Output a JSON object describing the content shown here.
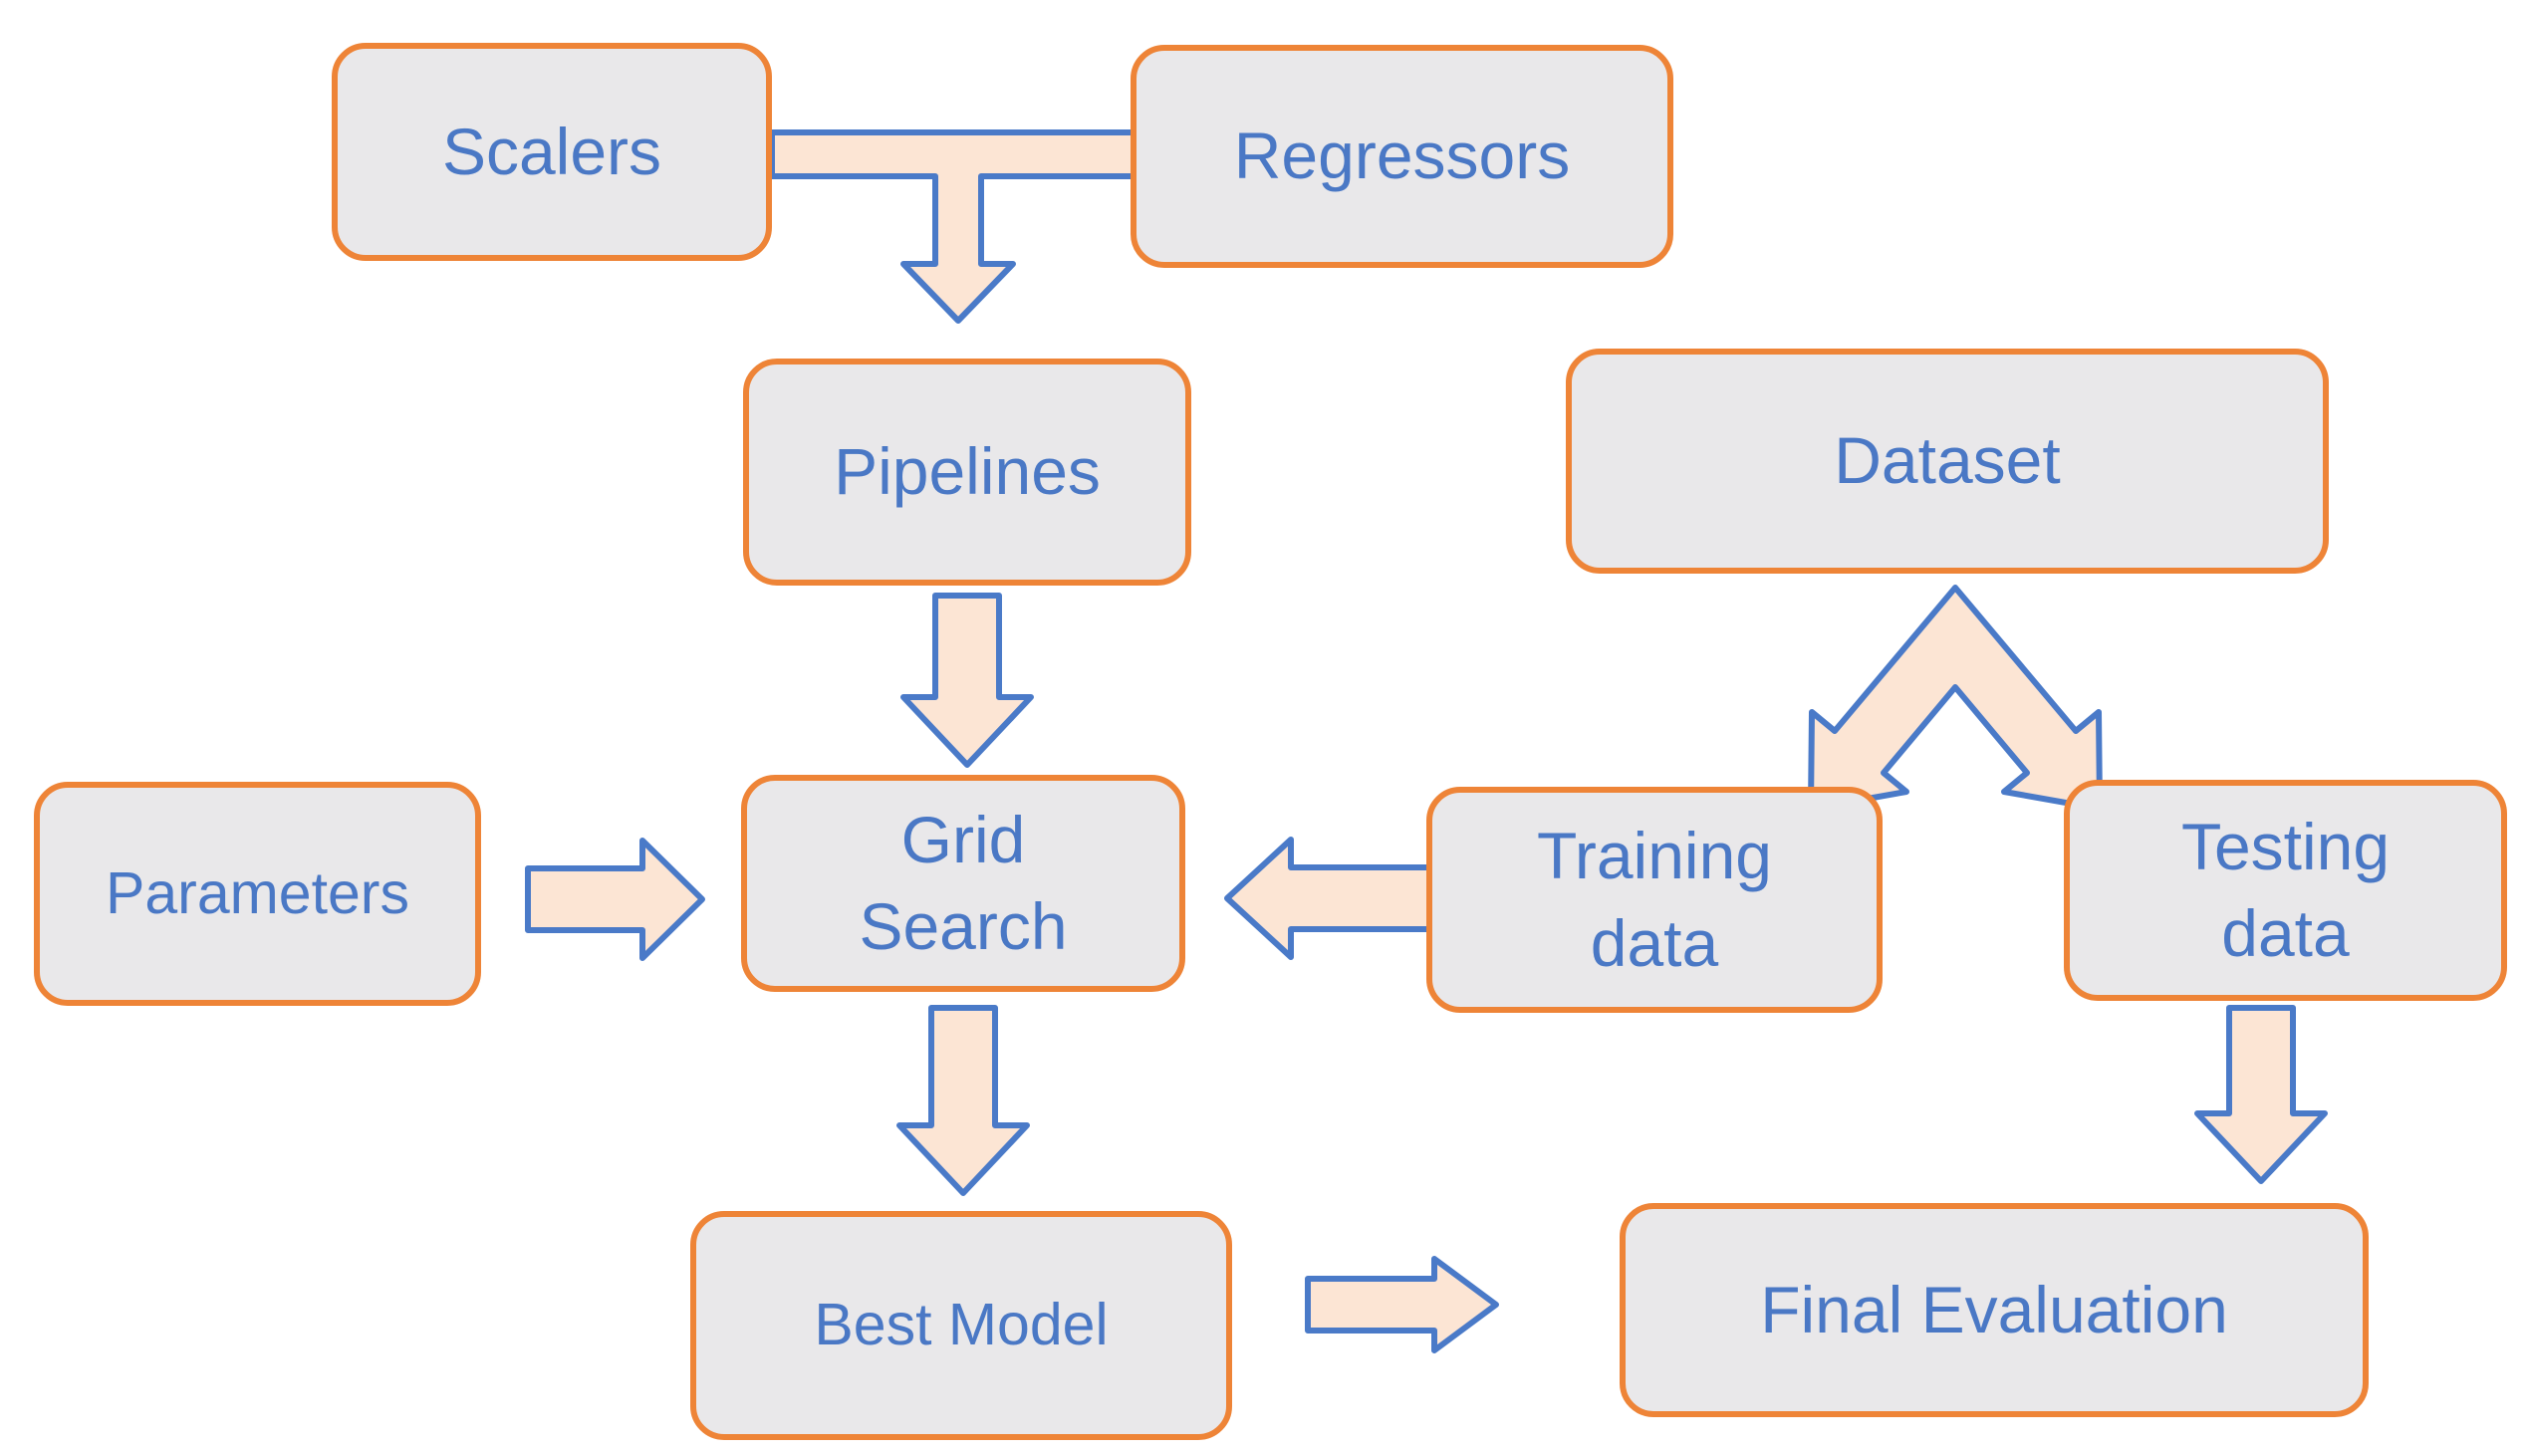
{
  "diagram": {
    "type": "flowchart",
    "nodes": {
      "scalers": {
        "label": "Scalers"
      },
      "regressors": {
        "label": "Regressors"
      },
      "pipelines": {
        "label": "Pipelines"
      },
      "dataset": {
        "label": "Dataset"
      },
      "parameters": {
        "label": "Parameters"
      },
      "grid_search": {
        "label": "Grid\nSearch"
      },
      "training_data": {
        "label": "Training\ndata"
      },
      "testing_data": {
        "label": "Testing\ndata"
      },
      "best_model": {
        "label": "Best Model"
      },
      "final_evaluation": {
        "label": "Final Evaluation"
      }
    },
    "edges": [
      {
        "from": "Scalers",
        "to": "Pipelines"
      },
      {
        "from": "Regressors",
        "to": "Pipelines"
      },
      {
        "from": "Pipelines",
        "to": "Grid Search"
      },
      {
        "from": "Parameters",
        "to": "Grid Search"
      },
      {
        "from": "Training data",
        "to": "Grid Search"
      },
      {
        "from": "Dataset",
        "to": "Training data"
      },
      {
        "from": "Dataset",
        "to": "Testing data"
      },
      {
        "from": "Grid Search",
        "to": "Best Model"
      },
      {
        "from": "Best Model",
        "to": "Final Evaluation"
      },
      {
        "from": "Testing data",
        "to": "Final Evaluation"
      }
    ],
    "colors": {
      "background": "#ffffff",
      "box_fill": "#e9e8ea",
      "box_border": "#ee8437",
      "label_text": "#4a78c5",
      "arrow_fill": "#fce5d4",
      "arrow_stroke": "#4a7ac8"
    }
  }
}
